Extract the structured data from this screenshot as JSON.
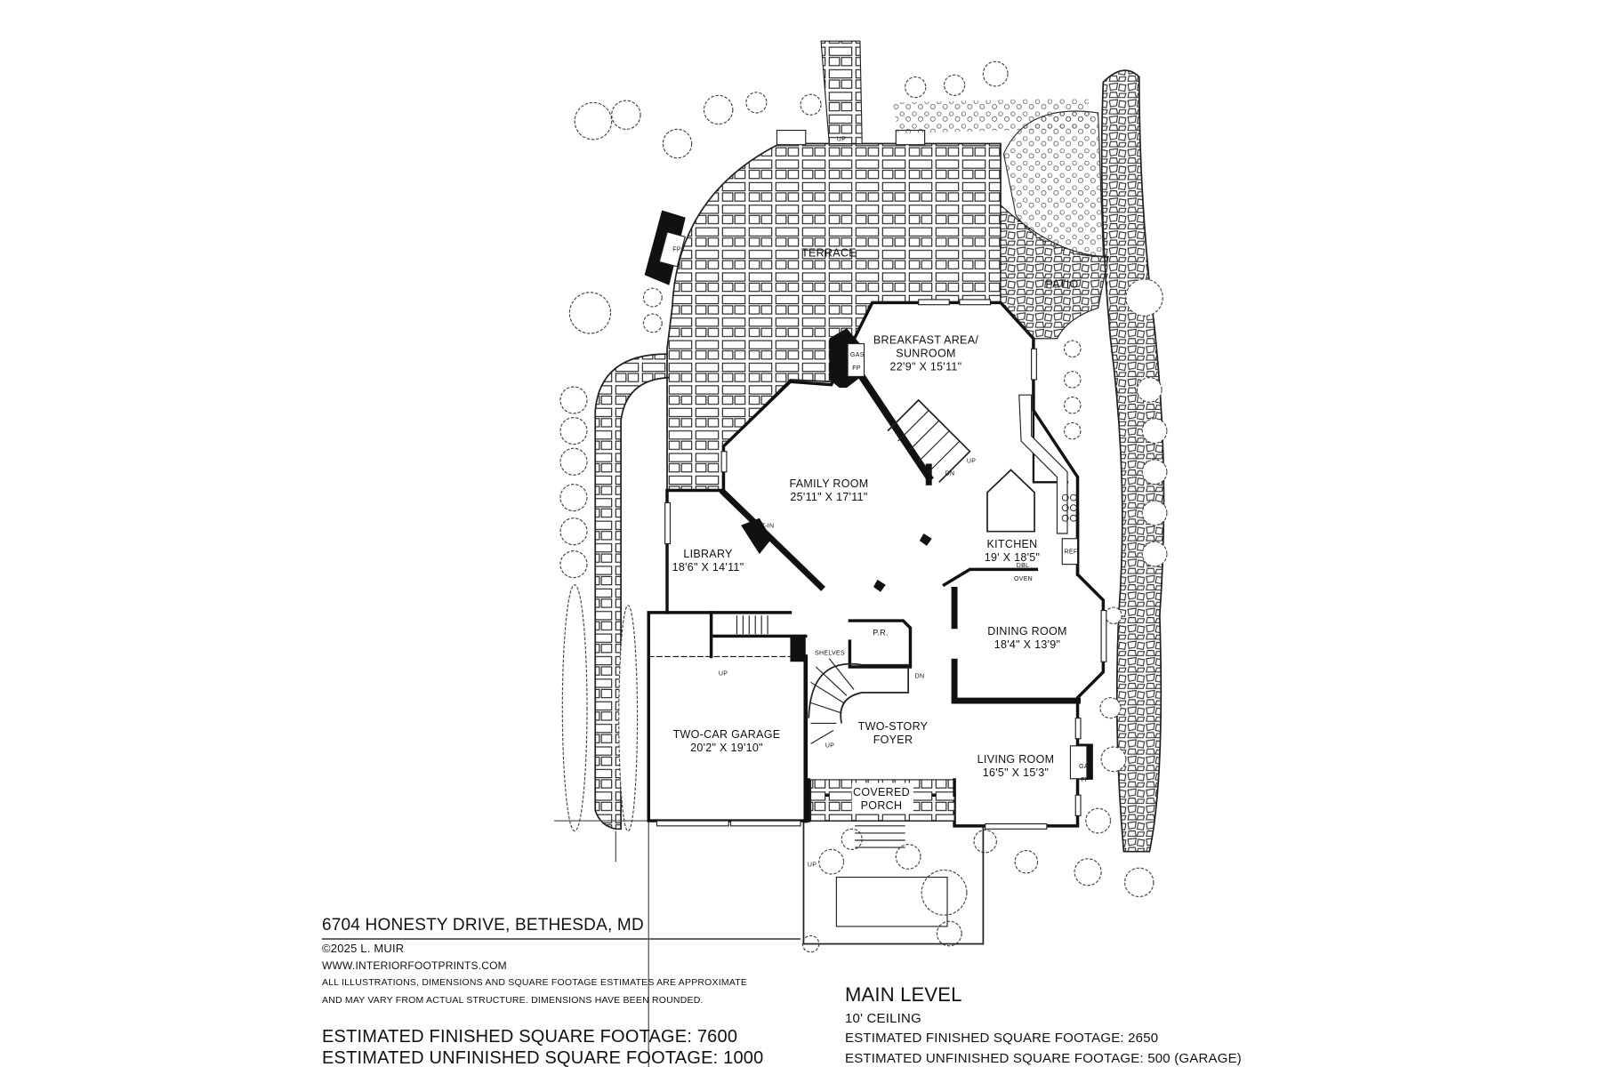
{
  "plan": {
    "rooms": {
      "terrace": "TERRACE",
      "patio": "PATIO",
      "breakfast_name": "BREAKFAST AREA/",
      "breakfast_name2": "SUNROOM",
      "breakfast_dim": "22'9\" X 15'11\"",
      "family_name": "FAMILY ROOM",
      "family_dim": "25'11\" X 17'11\"",
      "library_name": "LIBRARY",
      "library_dim": "18'6\" X 14'11\"",
      "kitchen_name": "KITCHEN",
      "kitchen_dim": "19' X 18'5\"",
      "dining_name": "DINING ROOM",
      "dining_dim": "18'4\" X 13'9\"",
      "garage_name": "TWO-CAR GARAGE",
      "garage_dim": "20'2\" X 19'10\"",
      "foyer_name": "TWO-STORY",
      "foyer_name2": "FOYER",
      "living_name": "LIVING ROOM",
      "living_dim": "16'5\" X 15'3\"",
      "porch_name": "COVERED",
      "porch_name2": "PORCH",
      "powder": "P.R."
    },
    "small_labels": {
      "fp": "FP",
      "gas_fp": "GAS FP",
      "built_in": "BUILT-IN",
      "up": "UP",
      "dn": "DN",
      "ref": "REF",
      "dbl_oven": "DBL OVEN",
      "shelves": "SHELVES"
    }
  },
  "footer": {
    "address": "6704 HONESTY DRIVE, BETHESDA, MD",
    "copyright": "©2025 L. MUIR",
    "website": "WWW.INTERIORFOOTPRINTS.COM",
    "disclaimer_1": "ALL ILLUSTRATIONS, DIMENSIONS AND SQUARE FOOTAGE ESTIMATES ARE APPROXIMATE",
    "disclaimer_2": "AND MAY VARY FROM ACTUAL STRUCTURE. DIMENSIONS HAVE BEEN ROUNDED.",
    "total_finished": "ESTIMATED FINISHED SQUARE FOOTAGE: 7600",
    "total_unfinished": "ESTIMATED UNFINISHED SQUARE FOOTAGE: 1000",
    "level_title": "MAIN LEVEL",
    "ceiling": "10' CEILING",
    "level_finished": "ESTIMATED FINISHED SQUARE FOOTAGE: 2650",
    "level_unfinished": "ESTIMATED UNFINISHED SQUARE FOOTAGE: 500 (GARAGE)"
  }
}
